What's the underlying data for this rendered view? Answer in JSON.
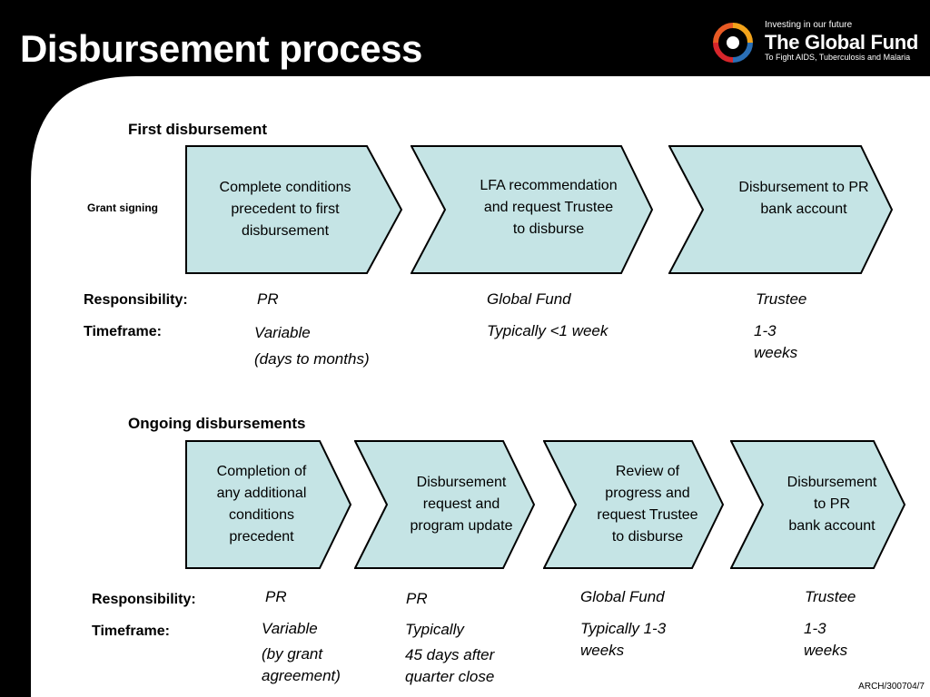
{
  "title": "Disbursement process",
  "logo": {
    "tagline": "Investing in our future",
    "name": "The Global Fund",
    "subtitle": "To Fight AIDS, Tuberculosis and Malaria"
  },
  "first": {
    "heading": "First disbursement",
    "start_label": "Grant signing",
    "steps": [
      {
        "lines": [
          "Complete conditions",
          "precedent to first",
          "disbursement"
        ]
      },
      {
        "lines": [
          "LFA recommendation",
          "and request Trustee",
          "to disburse"
        ]
      },
      {
        "lines": [
          "Disbursement to PR",
          "bank account"
        ]
      }
    ],
    "responsibility_label": "Responsibility:",
    "timeframe_label": "Timeframe:",
    "responsibility": [
      "PR",
      "Global Fund",
      "Trustee"
    ],
    "timeframe": [
      [
        "Variable",
        "(days to months)"
      ],
      [
        "Typically <1 week"
      ],
      [
        "1-3",
        "weeks"
      ]
    ]
  },
  "ongoing": {
    "heading": "Ongoing disbursements",
    "steps": [
      {
        "lines": [
          "Completion of",
          "any additional",
          "conditions",
          "precedent"
        ]
      },
      {
        "lines": [
          "Disbursement",
          "request and",
          "program update"
        ]
      },
      {
        "lines": [
          "Review of",
          "progress and",
          "request Trustee",
          "to disburse"
        ]
      },
      {
        "lines": [
          "Disbursement",
          "to PR",
          "bank account"
        ]
      }
    ],
    "responsibility_label": "Responsibility:",
    "timeframe_label": "Timeframe:",
    "responsibility": [
      "PR",
      "PR",
      "Global Fund",
      "Trustee"
    ],
    "timeframe": [
      [
        "Variable",
        "(by grant",
        "agreement)"
      ],
      [
        "Typically",
        "45 days after",
        "quarter close"
      ],
      [
        "Typically 1-3",
        "weeks"
      ],
      [
        "1-3",
        "weeks"
      ]
    ]
  },
  "footer": "ARCH/300704/7",
  "colors": {
    "chevron_fill": "#c5e4e5",
    "chevron_stroke": "#000000",
    "background": "#000000",
    "panel": "#ffffff"
  }
}
